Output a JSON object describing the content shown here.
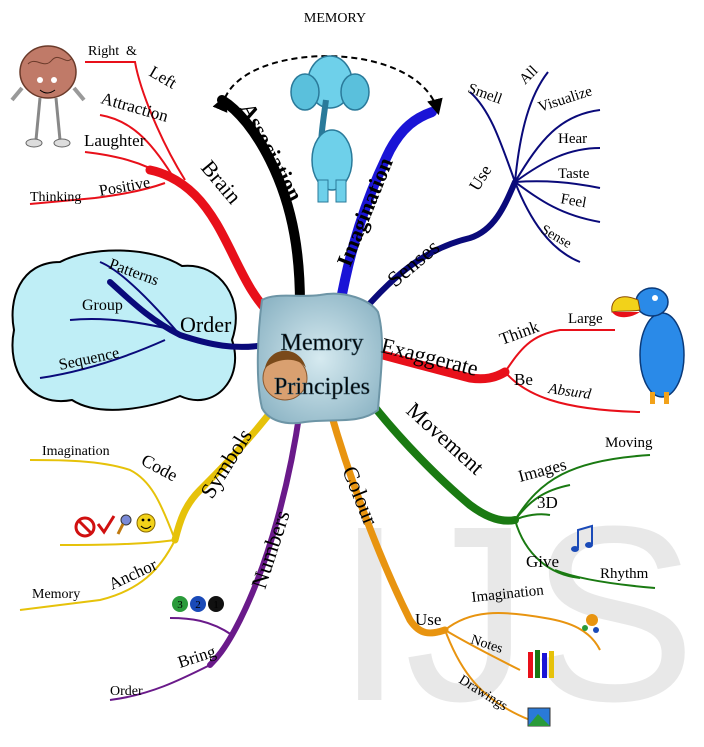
{
  "diagram": {
    "center_line1": "Memory",
    "center_line2": "Principles",
    "top_label": "MEMORY",
    "watermark": "IJS",
    "colors": {
      "brain": "#e8101a",
      "association": "#000000",
      "imagination": "#1a14d6",
      "senses": "#0a0a7a",
      "order": "#0a0a7a",
      "exaggerate": "#e8101a",
      "movement": "#1a7a12",
      "symbols": "#e6c20a",
      "numbers": "#6a1a8a",
      "colour": "#e89410",
      "cloud": "#bfeef6"
    }
  },
  "branches": {
    "brain": {
      "label": "Brain",
      "subs": [
        "Right",
        "&",
        "Left",
        "Attraction",
        "Laughter",
        "Positive",
        "Thinking"
      ]
    },
    "association": {
      "label": "Association"
    },
    "imagination": {
      "label": "Imagination"
    },
    "senses": {
      "label": "Senses",
      "use": "Use",
      "subs": [
        "Smell",
        "All",
        "Visualize",
        "Hear",
        "Taste",
        "Feel",
        "Sense"
      ]
    },
    "order": {
      "label": "Order",
      "subs": [
        "Patterns",
        "Group",
        "Sequence"
      ]
    },
    "exaggerate": {
      "label": "Exaggerate",
      "subs": [
        "Think",
        "Large",
        "Be",
        "Absurd"
      ]
    },
    "movement": {
      "label": "Movement",
      "subs": [
        "Moving",
        "Images",
        "3D",
        "Give",
        "Rhythm"
      ]
    },
    "symbols": {
      "label": "Symbols",
      "subs": [
        "Imagination",
        "Code",
        "Anchor",
        "Memory"
      ]
    },
    "numbers": {
      "label": "Numbers",
      "subs": [
        "Bring",
        "Order"
      ],
      "badges": [
        "3",
        "2",
        "1"
      ]
    },
    "colour": {
      "label": "Colour",
      "use": "Use",
      "subs": [
        "Imagination",
        "Notes",
        "Drawings"
      ]
    }
  }
}
